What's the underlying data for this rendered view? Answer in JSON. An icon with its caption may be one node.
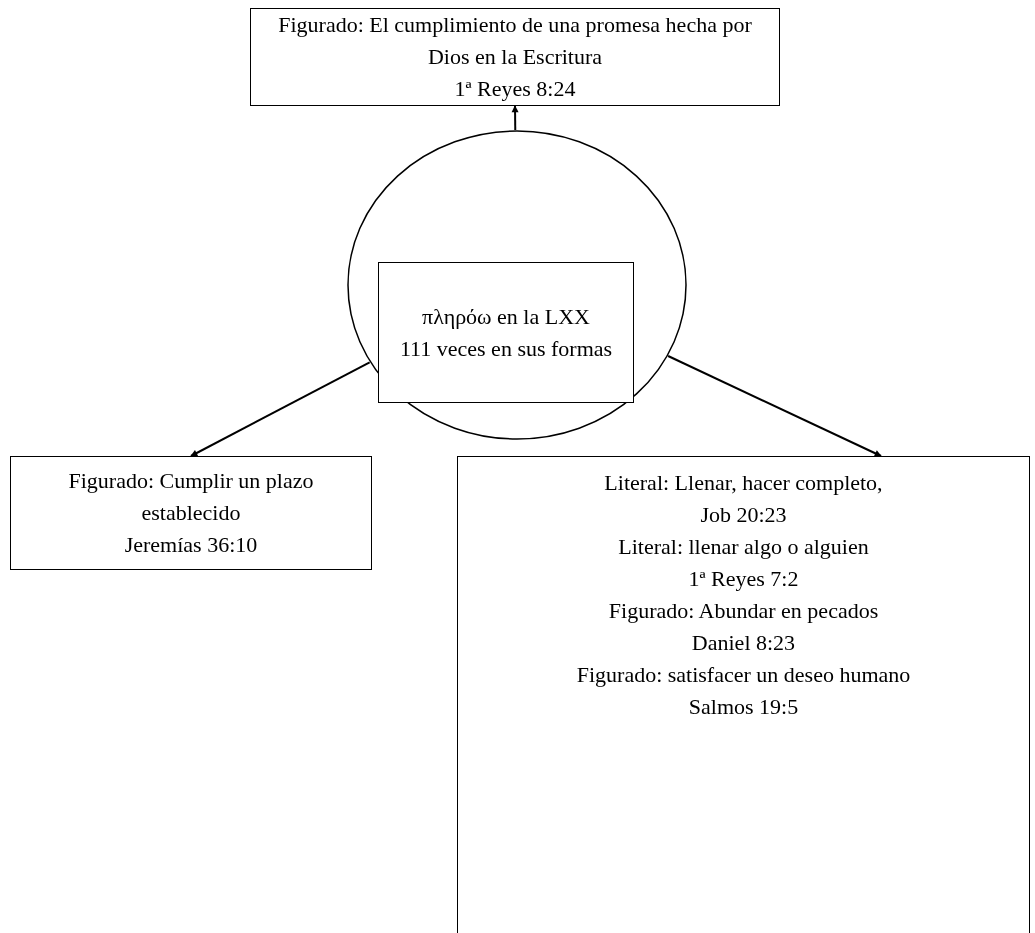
{
  "diagram": {
    "nodes": [
      {
        "text": [
          "Figurado: El cumplimiento de una promesa hecha por Dios en la Escritura",
          "1ª Reyes 8:24"
        ]
      },
      {
        "text": [],
        "shape": "circle"
      },
      {
        "text": [
          "πληρόω en la LXX",
          "111 veces en sus formas"
        ],
        "in": 1
      },
      {
        "text": [
          "Figurado: Cumplir un plazo establecido",
          "Jeremías 36:10"
        ]
      },
      {
        "text": [
          "Literal: Llenar, hacer completo,",
          "Job 20:23",
          "Literal: llenar algo o alguien",
          "1ª Reyes 7:2",
          "Figurado: Abundar en pecados",
          "Daniel 8:23",
          "Figurado: satisfacer un deseo humano",
          "Salmos 19:5"
        ]
      }
    ],
    "edges": [
      {
        "from": 1,
        "to": 0,
        "arrow": "to"
      },
      {
        "from": 1,
        "to": 3,
        "arrow": "to"
      },
      {
        "from": 1,
        "to": 4,
        "arrow": "to"
      }
    ]
  }
}
